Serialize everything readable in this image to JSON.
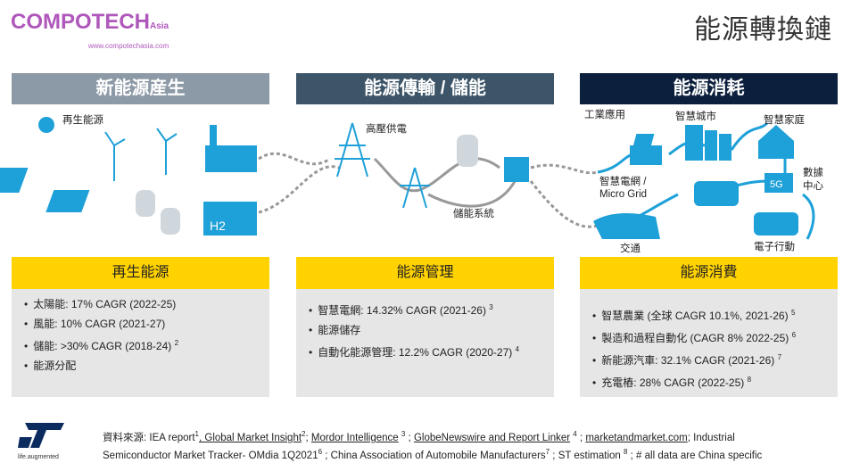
{
  "title": "能源轉換鏈",
  "sections": [
    {
      "header": "新能源産生",
      "sub": "再生能源",
      "items": [
        "太陽能: 17% CAGR (2022-25)",
        "風能: 10% CAGR (2021-27)",
        "儲能: >30% CAGR (2018-24)",
        "能源分配"
      ],
      "sups": [
        "",
        "",
        "2",
        ""
      ]
    },
    {
      "header": "能源傳輸 / 儲能",
      "sub": "能源管理",
      "items": [
        "智慧電網: 14.32% CAGR (2021-26)",
        "能源儲存",
        "自動化能源管理: 12.2% CAGR (2020-27)"
      ],
      "sups": [
        "3",
        "",
        "4"
      ]
    },
    {
      "header": "能源消耗",
      "sub": "能源消費",
      "items": [
        "智慧農業 (全球 CAGR 10.1%, 2021-26)",
        "製造和過程自動化 (CAGR 8%  2022-25)",
        "新能源汽車: 32.1% CAGR (2021-26)",
        "充電樁: 28% CAGR (2022-25)"
      ],
      "sups": [
        "5",
        "6",
        "7",
        "8"
      ]
    }
  ],
  "labels": {
    "renewable": "再生能源",
    "hv": "高壓供電",
    "storage": "儲能系統",
    "industry": "工業應用",
    "smart_city": "智慧城市",
    "smart_home": "智慧家庭",
    "grid1": "智慧電網 /",
    "grid2": "Micro Grid",
    "data1": "數據",
    "data2": "中心",
    "transport": "交通",
    "emobility": "電子行動",
    "h2": "H2",
    "fiveg": "5G"
  },
  "footer": {
    "prefix": "資料來源: IEA report",
    "s1": "1",
    "l1": ", Global Market Insight",
    "s2": "2",
    "l2": "Mordor Intelligence",
    "s3": "3",
    "l3": "GlobeNewswire and Report Linker",
    "s4": "4",
    "l4": "marketandmarket.com",
    "t5": "; Industrial",
    "line2": "Semiconductor Market Tracker- OMdia 1Q2021",
    "s6": "6",
    "t6": " ; China Association of Automobile Manufacturers",
    "s7": "7",
    "t7": " ; ST estimation ",
    "s8": "8",
    "t8": " ; # all data are China specific"
  },
  "logo": {
    "tagline": "life.augmented",
    "text": "ST"
  },
  "watermark": {
    "brand": "COMPOTECH",
    "suffix": "Asia",
    "url": "www.compotechasia.com"
  },
  "colors": {
    "accent": "#1ea0d8",
    "yellow": "#ffd200",
    "navy": "#0c1f3c"
  }
}
